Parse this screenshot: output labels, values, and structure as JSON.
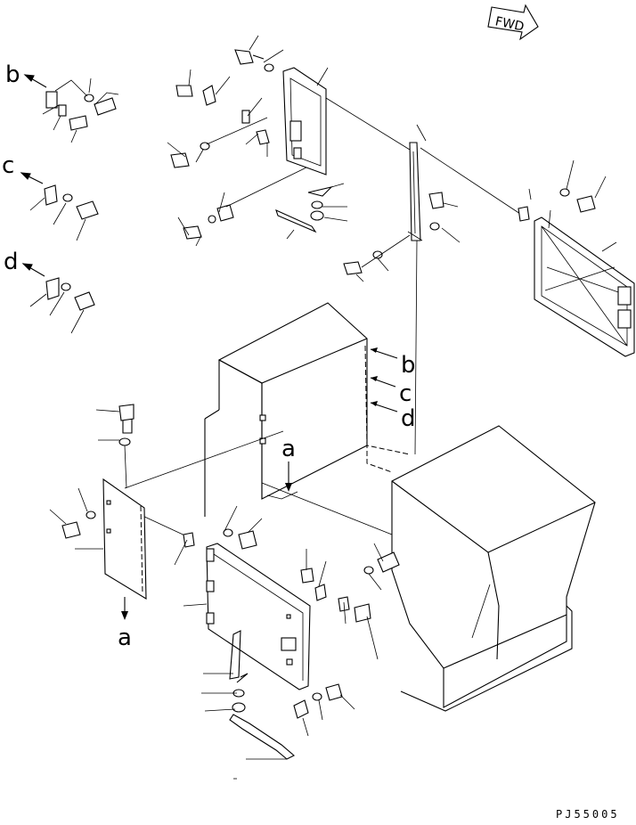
{
  "direction_indicator": {
    "label": "FWD"
  },
  "detail_labels": [
    "b",
    "c",
    "d",
    "a"
  ],
  "drawing_code": "PJ55005"
}
